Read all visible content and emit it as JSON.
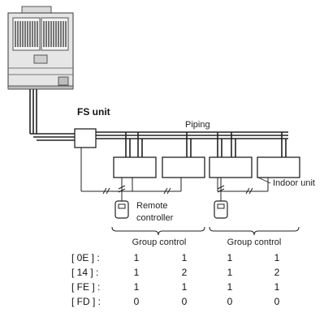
{
  "labels": {
    "fs_unit": "FS unit",
    "piping": "Piping",
    "indoor_unit": "Indoor unit",
    "remote_controller_line1": "Remote",
    "remote_controller_line2": "controller",
    "group_control_1": "Group control",
    "group_control_2": "Group control"
  },
  "table": {
    "rows": [
      {
        "label": "[ 0E ] :",
        "values": [
          "1",
          "1",
          "1",
          "1"
        ]
      },
      {
        "label": "[ 14 ] :",
        "values": [
          "1",
          "2",
          "1",
          "2"
        ]
      },
      {
        "label": "[ FE ] :",
        "values": [
          "1",
          "1",
          "1",
          "1"
        ]
      },
      {
        "label": "[ FD ] :",
        "values": [
          "0",
          "0",
          "0",
          "0"
        ]
      }
    ]
  }
}
